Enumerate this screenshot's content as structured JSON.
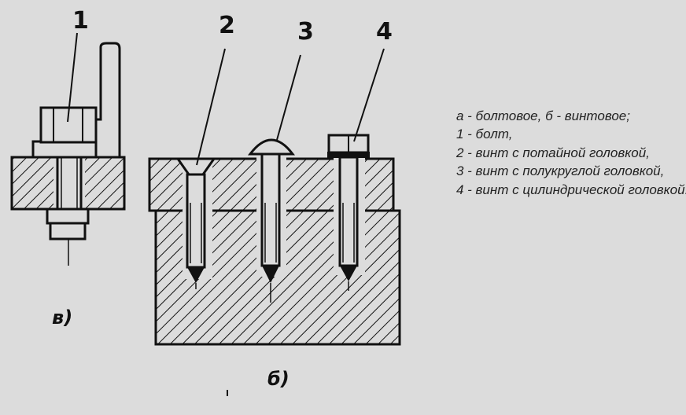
{
  "labels": {
    "n1": "1",
    "n2": "2",
    "n3": "3",
    "n4": "4",
    "cap_a": "в)",
    "cap_b": "б)"
  },
  "legend": [
    "а - болтовое, б - винтовое;",
    "1 - болт,",
    "2 - винт с потайной головкой,",
    "3 - винт с полукруглой головкой,",
    "4 - винт с цилиндрической головкой."
  ]
}
